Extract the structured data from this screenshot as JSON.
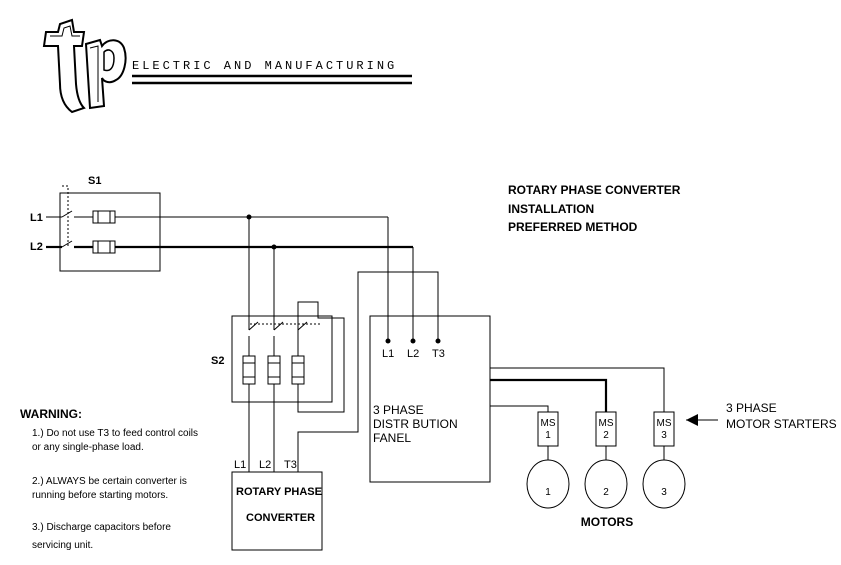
{
  "logo": {
    "text": "tp",
    "tagline": "ELECTRIC AND MANUFACTURING"
  },
  "title": {
    "line1": "ROTARY PHASE CONVERTER",
    "line2": "INSTALLATION",
    "line3": "PREFERRED METHOD"
  },
  "s1": {
    "label": "S1",
    "l1": "L1",
    "l2": "L2"
  },
  "s2": {
    "label": "S2"
  },
  "converter": {
    "line1": "ROTARY PHASE",
    "line2": "CONVERTER",
    "t1": "L1",
    "t2": "L2",
    "t3": "T3"
  },
  "panel": {
    "line1": "3 PHASE",
    "line2": "DISTR BUTION",
    "line3": "FANEL",
    "t1": "L1",
    "t2": "L2",
    "t3": "T3"
  },
  "starters": [
    {
      "top": "MS",
      "num": "1"
    },
    {
      "top": "MS",
      "num": "2"
    },
    {
      "top": "MS",
      "num": "3"
    }
  ],
  "starters_note": {
    "line1": "3 PHASE",
    "line2": "MOTOR STARTERS"
  },
  "motors": {
    "label": "MOTORS",
    "items": [
      "1",
      "2",
      "3"
    ]
  },
  "warning": {
    "title": "WARNING:",
    "lines": [
      "1.) Do not use T3 to feed control coils",
      "or any single-phase load.",
      "2.) ALWAYS be certain converter is",
      "running before starting motors.",
      "3.) Discharge capacitors before",
      "servicing unit."
    ]
  }
}
